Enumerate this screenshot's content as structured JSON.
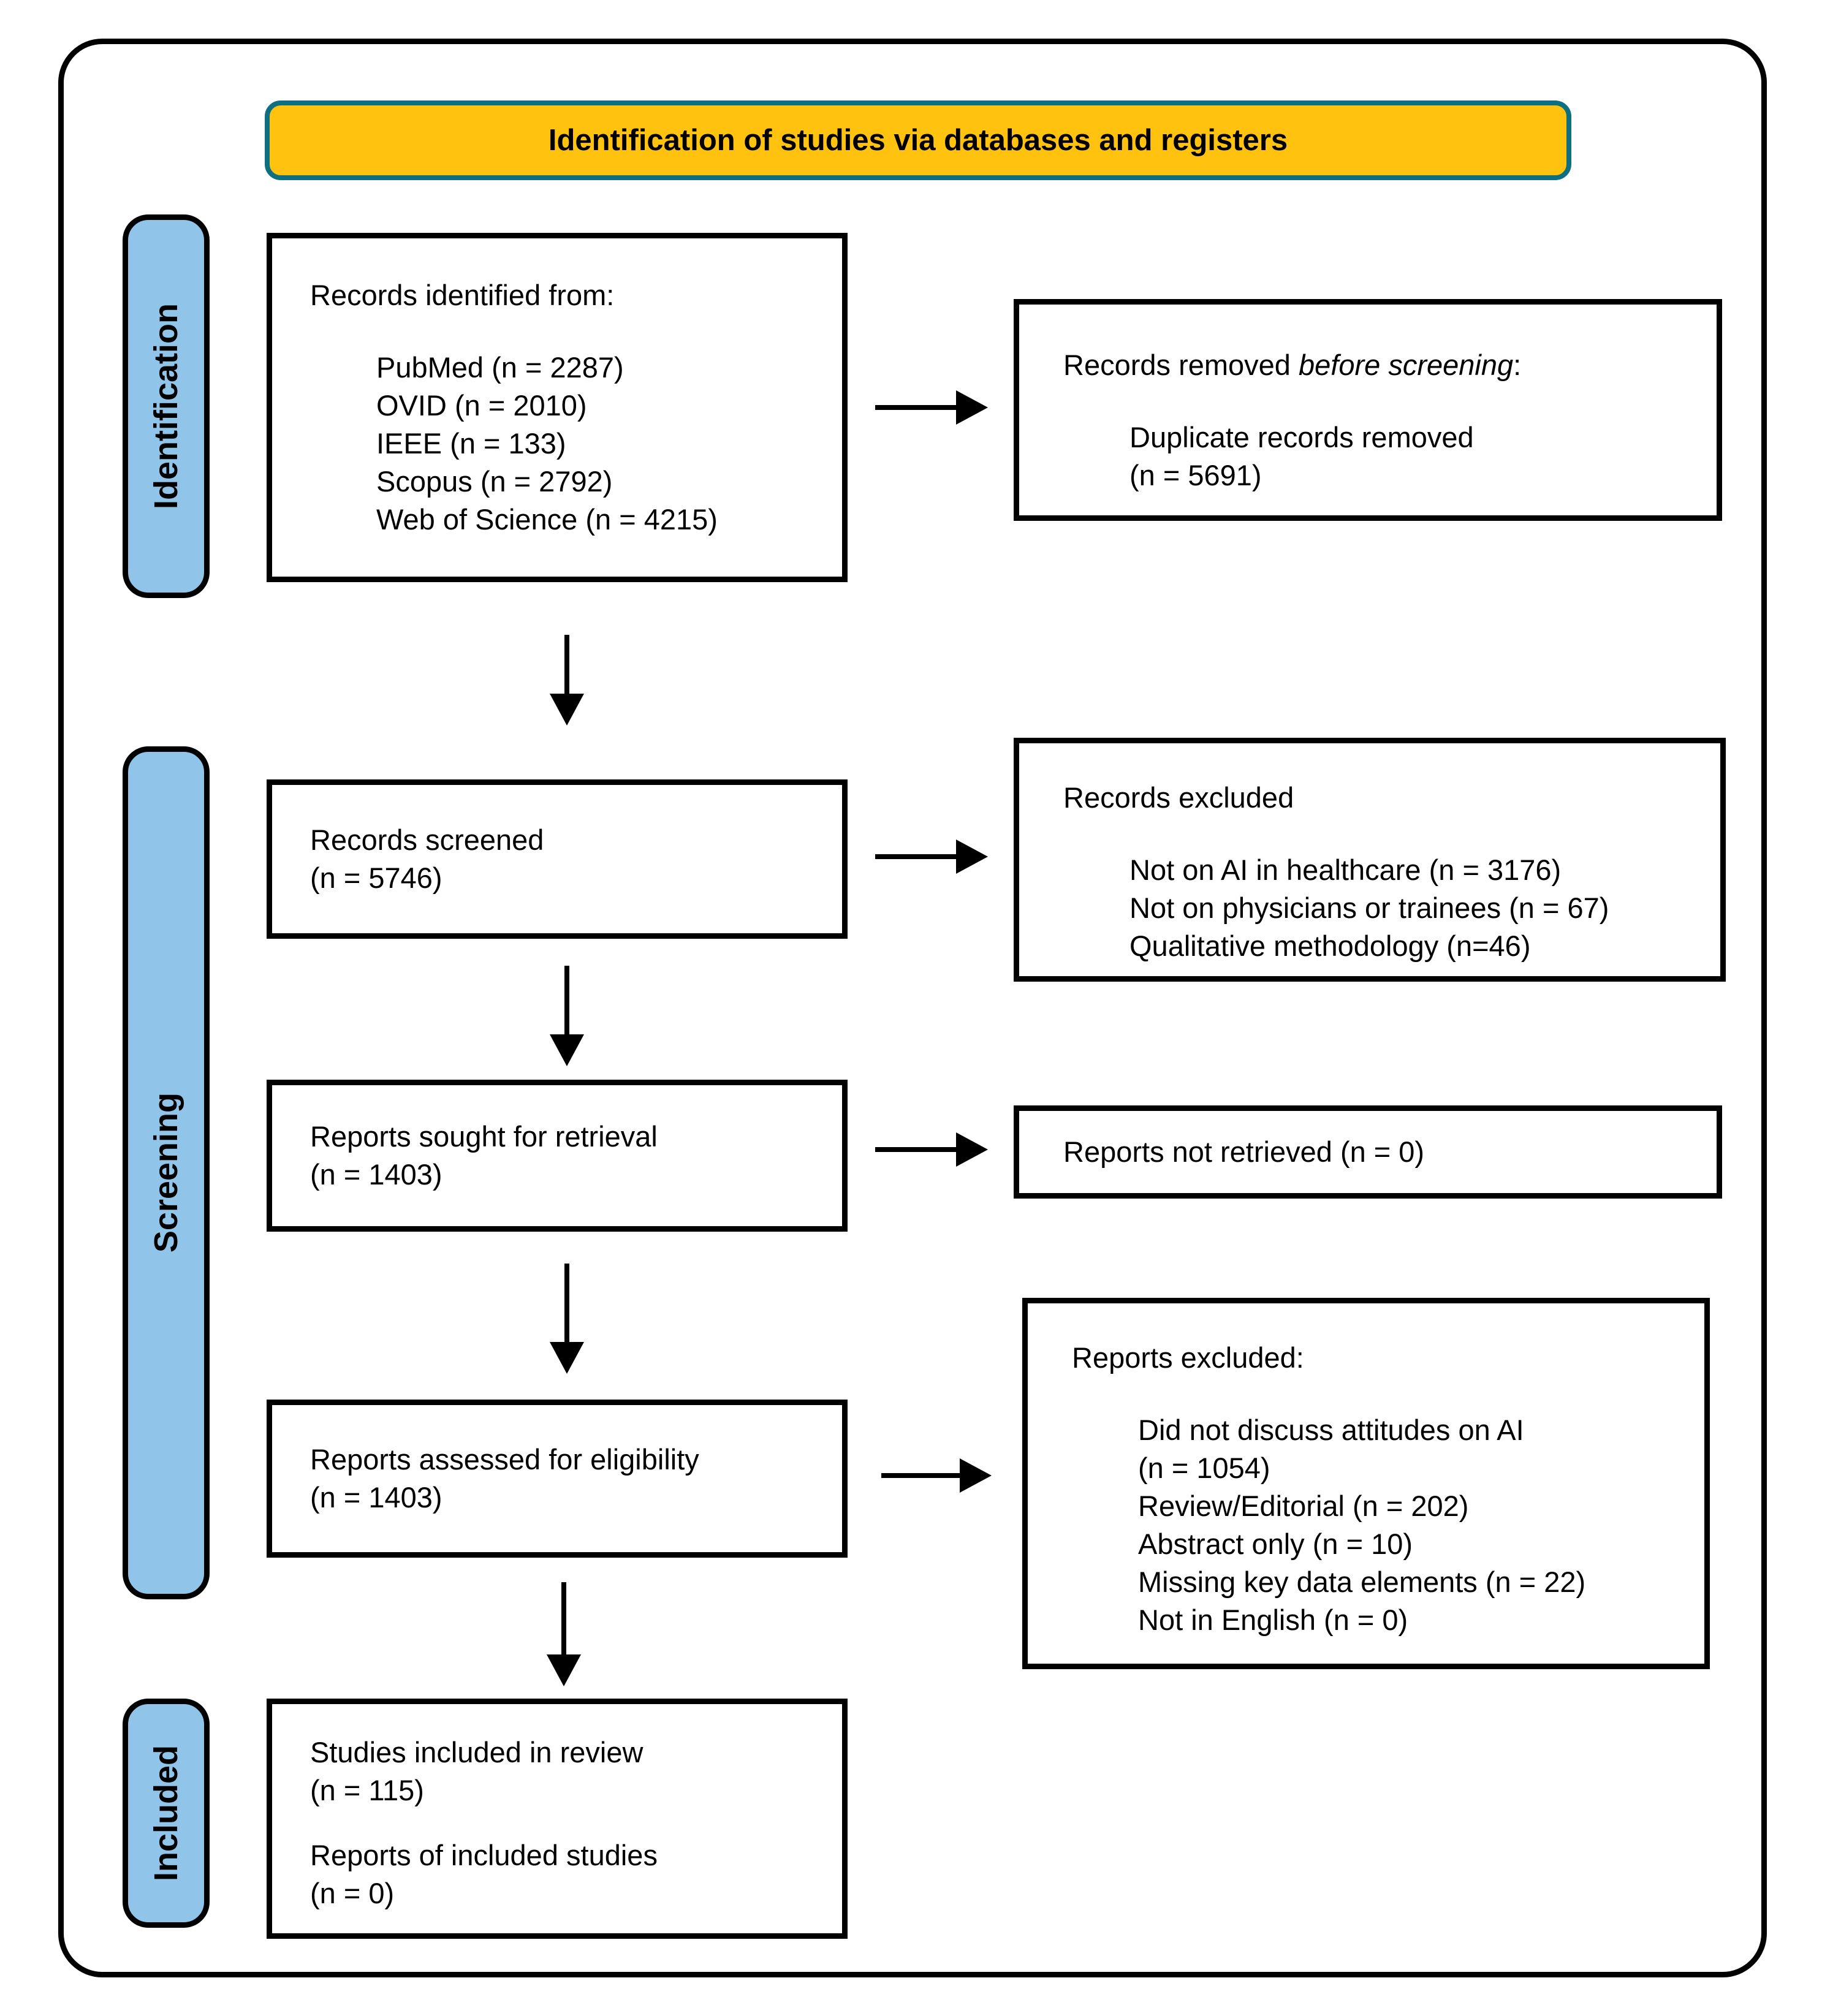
{
  "banner": {
    "label": "Identification of studies via databases and registers"
  },
  "sidebar": {
    "identification": "Identification",
    "screening": "Screening",
    "included": "Included"
  },
  "flow": {
    "identified": {
      "title": "Records identified from:",
      "items": [
        "PubMed (n = 2287)",
        "OVID (n = 2010)",
        "IEEE (n = 133)",
        "Scopus (n = 2792)",
        "Web of Science (n = 4215)"
      ]
    },
    "removed": {
      "title_prefix": "Records removed ",
      "title_italic": "before screening",
      "title_suffix": ":",
      "items": [
        "Duplicate records removed",
        "(n = 5691)"
      ]
    },
    "screened": {
      "line1": "Records screened",
      "line2": "(n = 5746)"
    },
    "records_excluded": {
      "title": "Records excluded",
      "items": [
        "Not on AI in healthcare (n = 3176)",
        "Not on physicians or trainees (n = 67)",
        "Qualitative methodology (n=46)"
      ]
    },
    "sought": {
      "line1": "Reports sought for retrieval",
      "line2": "(n = 1403)"
    },
    "not_retrieved": {
      "label": "Reports not retrieved (n = 0)"
    },
    "assessed": {
      "line1": "Reports assessed for eligibility",
      "line2": "(n = 1403)"
    },
    "reports_excluded": {
      "title": "Reports excluded:",
      "items": [
        "Did not discuss attitudes on AI",
        "(n = 1054)",
        "Review/Editorial (n = 202)",
        "Abstract only (n = 10)",
        "Missing key data elements (n = 22)",
        "Not in English (n = 0)"
      ]
    },
    "included_box": {
      "line1": "Studies included in review",
      "line2": "(n = 115)",
      "line3": "Reports of included studies",
      "line4": "(n = 0)"
    }
  },
  "colors": {
    "banner_fill": "#FFC20E",
    "banner_border": "#0E6F80",
    "sidebar_fill": "#90C4E9",
    "line_color": "#000000"
  }
}
